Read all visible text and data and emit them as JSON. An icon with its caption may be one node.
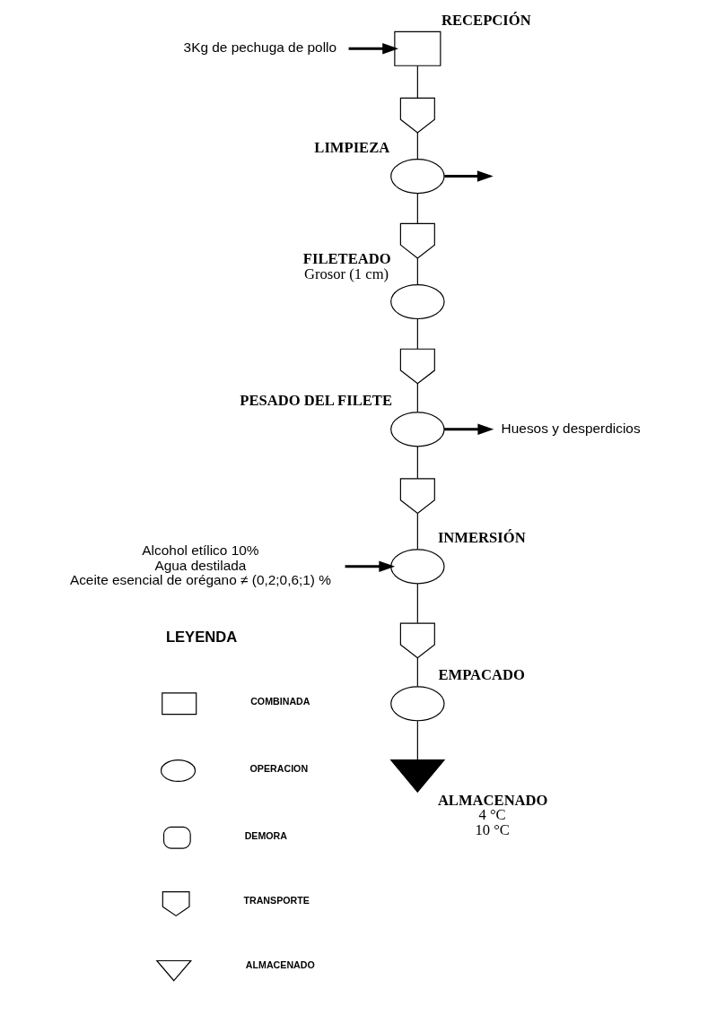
{
  "diagram": {
    "nodes": [
      {
        "text": [
          "3Kg de pechuga de pollo"
        ]
      },
      {
        "text": [
          "RECEPCIÓN"
        ]
      },
      {
        "text": [],
        "shape": "arrow"
      },
      {
        "text": [
          "LIMPIEZA"
        ]
      },
      {
        "text": [],
        "shape": "arrow"
      },
      {
        "text": [
          "FILETEADO"
        ],
        "beside": [
          "Grosor (1 cm)"
        ]
      },
      {
        "text": [],
        "shape": "arrow"
      },
      {
        "text": [
          "PESADO DEL FILETE"
        ]
      },
      {
        "text": [
          "Huesos y desperdicios"
        ]
      },
      {
        "text": [],
        "shape": "arrow"
      },
      {
        "text": [
          "Alcohol etílico 10%",
          "Agua destilada",
          "Aceite esencial de orégano ≠ (0,2;0,6;1) %"
        ]
      },
      {
        "text": [
          "INMERSIÓN"
        ]
      },
      {
        "text": [],
        "shape": "arrow"
      },
      {
        "text": [
          "EMPACADO"
        ]
      },
      {
        "text": [
          "ALMACENADO"
        ],
        "beside": [
          "4 °C",
          "10 °C"
        ]
      },
      {
        "text": [],
        "shape": "box"
      },
      {
        "text": [],
        "shape": "ellipse"
      },
      {
        "text": [],
        "shape": "semicircle"
      },
      {
        "text": [],
        "shape": "arrow"
      },
      {
        "text": [],
        "shape": "triangle"
      }
    ],
    "edges": [
      {
        "from": 0,
        "to": 1,
        "arrow": "to",
        "style": "thick"
      },
      {
        "from": 1,
        "to": 2,
        "arrow": "none"
      },
      {
        "from": 2,
        "to": 3,
        "arrow": "none"
      },
      {
        "from": 3,
        "to": null,
        "arrow": "to",
        "style": "thick"
      },
      {
        "from": 3,
        "to": 4,
        "arrow": "none"
      },
      {
        "from": 4,
        "to": 5,
        "arrow": "none"
      },
      {
        "from": 5,
        "to": 6,
        "arrow": "none"
      },
      {
        "from": 6,
        "to": 7,
        "arrow": "none"
      },
      {
        "from": 7,
        "to": 8,
        "arrow": "to",
        "style": "thick"
      },
      {
        "from": 7,
        "to": 9,
        "arrow": "none"
      },
      {
        "from": 9,
        "to": 11,
        "arrow": "none"
      },
      {
        "from": 10,
        "to": 11,
        "arrow": "to",
        "style": "thick"
      },
      {
        "from": 11,
        "to": 12,
        "arrow": "none"
      },
      {
        "from": 12,
        "to": 13,
        "arrow": "none"
      },
      {
        "from": 13,
        "to": 14,
        "arrow": "none"
      }
    ],
    "labels": [
      "LEYENDA"
    ],
    "legend": [
      {
        "text": "COMBINADA"
      },
      {
        "text": "OPERACION"
      },
      {
        "text": "DEMORA"
      },
      {
        "text": "TRANSPORTE"
      },
      {
        "text": "ALMACENADO"
      }
    ]
  }
}
